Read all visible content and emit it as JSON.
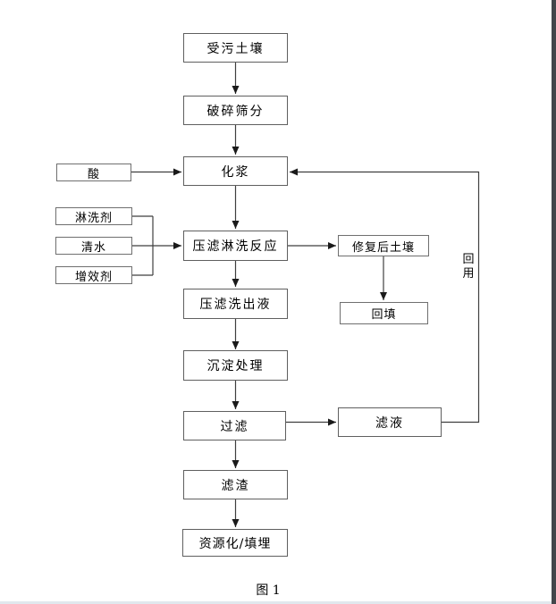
{
  "page": {
    "caption": "图 1",
    "background": "#ffffff",
    "edge_strip_color": "#43464b",
    "bottom_strip_color": "#e1e8ee"
  },
  "diagram": {
    "line_color": "#3f3f3f",
    "box_border_color": "#6f6f6f",
    "reuse_label": "回用",
    "nodes": [
      {
        "id": "contaminated-soil",
        "label": "受污土壤"
      },
      {
        "id": "crushing-screening",
        "label": "破碎筛分"
      },
      {
        "id": "slurrying",
        "label": "化浆"
      },
      {
        "id": "acid",
        "label": "酸"
      },
      {
        "id": "washing-agent",
        "label": "淋洗剂"
      },
      {
        "id": "clean-water",
        "label": "清水"
      },
      {
        "id": "synergist",
        "label": "增效剂"
      },
      {
        "id": "press-filter-washing-reaction",
        "label": "压滤淋洗反应"
      },
      {
        "id": "press-filter-washout-liquid",
        "label": "压滤洗出液"
      },
      {
        "id": "precipitation-treatment",
        "label": "沉淀处理"
      },
      {
        "id": "remediated-soil",
        "label": "修复后土壤"
      },
      {
        "id": "backfill",
        "label": "回填"
      },
      {
        "id": "filtration",
        "label": "过滤"
      },
      {
        "id": "filtrate",
        "label": "滤液"
      },
      {
        "id": "filter-residue",
        "label": "滤渣"
      },
      {
        "id": "resource-recovery-landfill",
        "label": "资源化/填埋"
      }
    ]
  }
}
